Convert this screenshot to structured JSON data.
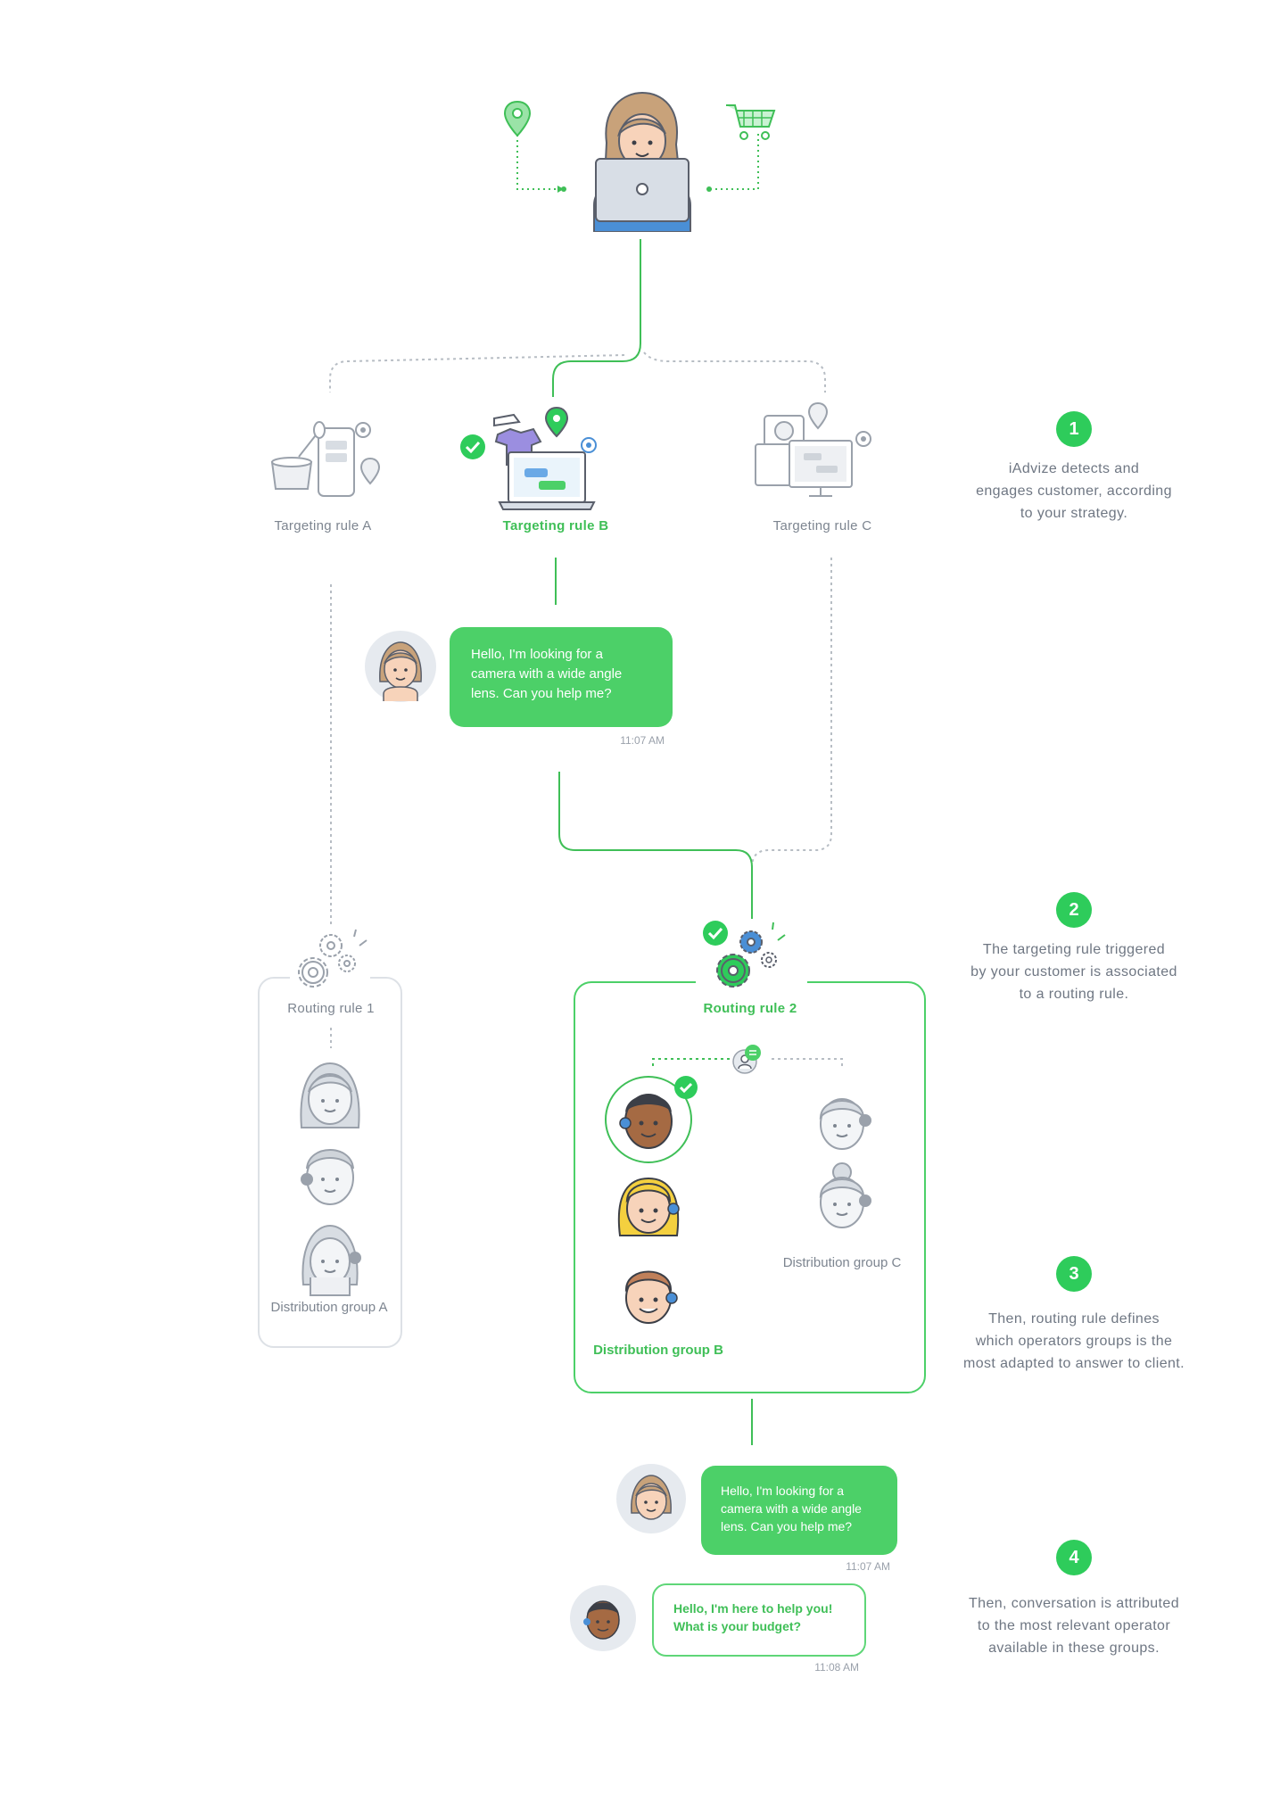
{
  "colors": {
    "accent": "#2ecc5b",
    "bubble": "#4cd068",
    "line_green": "#3fbf57",
    "line_gray": "#b7bdc4",
    "text": "#6f7783"
  },
  "icons": [
    "map-pin-icon",
    "shopping-cart-icon",
    "laptop-icon",
    "gear-icon",
    "check-icon",
    "chat-icon"
  ],
  "targeting_rules": [
    {
      "label": "Targeting rule A",
      "active": false
    },
    {
      "label": "Targeting rule B",
      "active": true
    },
    {
      "label": "Targeting rule C",
      "active": false
    }
  ],
  "routing_rules": [
    {
      "label": "Routing rule 1",
      "active": false
    },
    {
      "label": "Routing rule 2",
      "active": true
    }
  ],
  "distribution_groups": {
    "a": "Distribution group A",
    "b": "Distribution group B",
    "c": "Distribution group C"
  },
  "messages": {
    "customer_1": {
      "lines": [
        "Hello, I'm looking for a",
        "camera with a wide angle",
        "lens. Can you help me?"
      ],
      "time": "11:07 AM"
    },
    "customer_2": {
      "lines": [
        "Hello, I'm looking for a",
        "camera with a wide angle",
        "lens. Can you help me?"
      ],
      "time": "11:07 AM"
    },
    "operator": {
      "lines": [
        "Hello, I'm here to help you!",
        "What is your budget?"
      ],
      "time": "11:08 AM"
    }
  },
  "steps": [
    {
      "number": "1",
      "lines": [
        "iAdvize detects and",
        "engages customer, according",
        "to your strategy."
      ]
    },
    {
      "number": "2",
      "lines": [
        "The targeting rule triggered",
        "by your customer is associated",
        "to a routing rule."
      ]
    },
    {
      "number": "3",
      "lines": [
        "Then, routing rule defines",
        "which operators groups is the",
        "most adapted to answer to client."
      ]
    },
    {
      "number": "4",
      "lines": [
        "Then, conversation is attributed",
        "to the most relevant operator",
        "available in these groups."
      ]
    }
  ]
}
